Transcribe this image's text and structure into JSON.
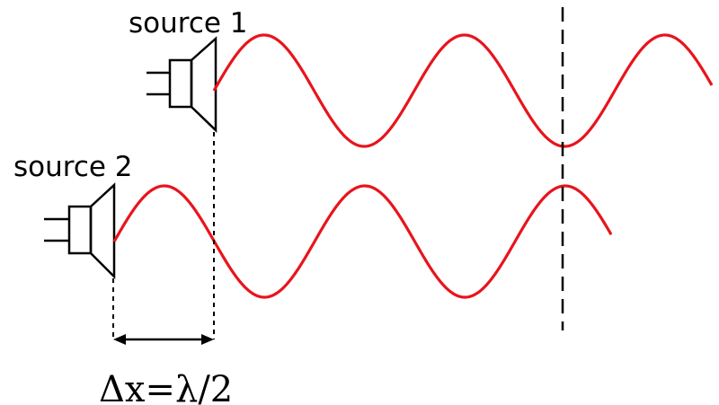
{
  "source1": {
    "label": "source 1"
  },
  "source2": {
    "label": "source 2"
  },
  "separation": {
    "label": "Δx=λ/2"
  },
  "colors": {
    "wave": "#e8141c",
    "stroke": "#000000",
    "background": "#ffffff"
  }
}
